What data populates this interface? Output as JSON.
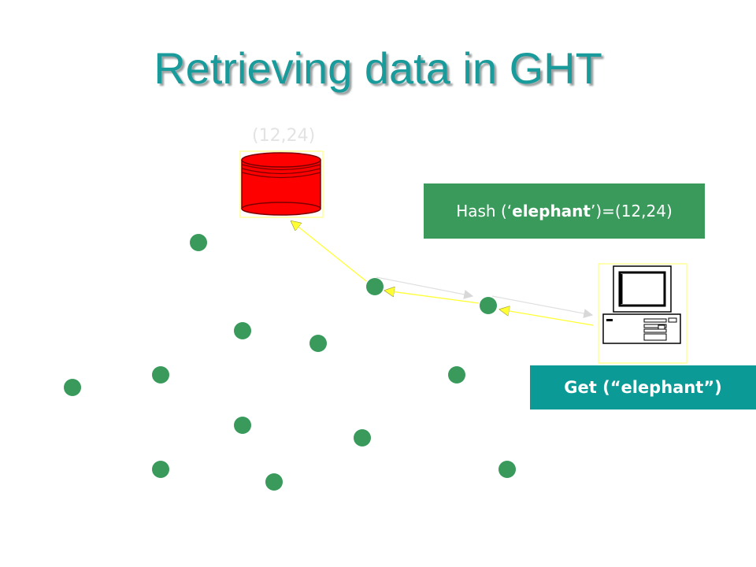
{
  "title": "Retrieving data in GHT",
  "storage_label": "(12,24)",
  "hash_box": {
    "prefix": "Hash (‘",
    "key": "elephant",
    "suffix": "’)=(12,24)"
  },
  "get_box": {
    "text": "Get (“elephant”)"
  },
  "colors": {
    "title": "#1a9b9b",
    "node": "#3a9a5c",
    "storage": "#ff0000",
    "arrow": "#ffff33",
    "hash_box": "#3a9a5c",
    "get_box": "#0b9a96"
  }
}
